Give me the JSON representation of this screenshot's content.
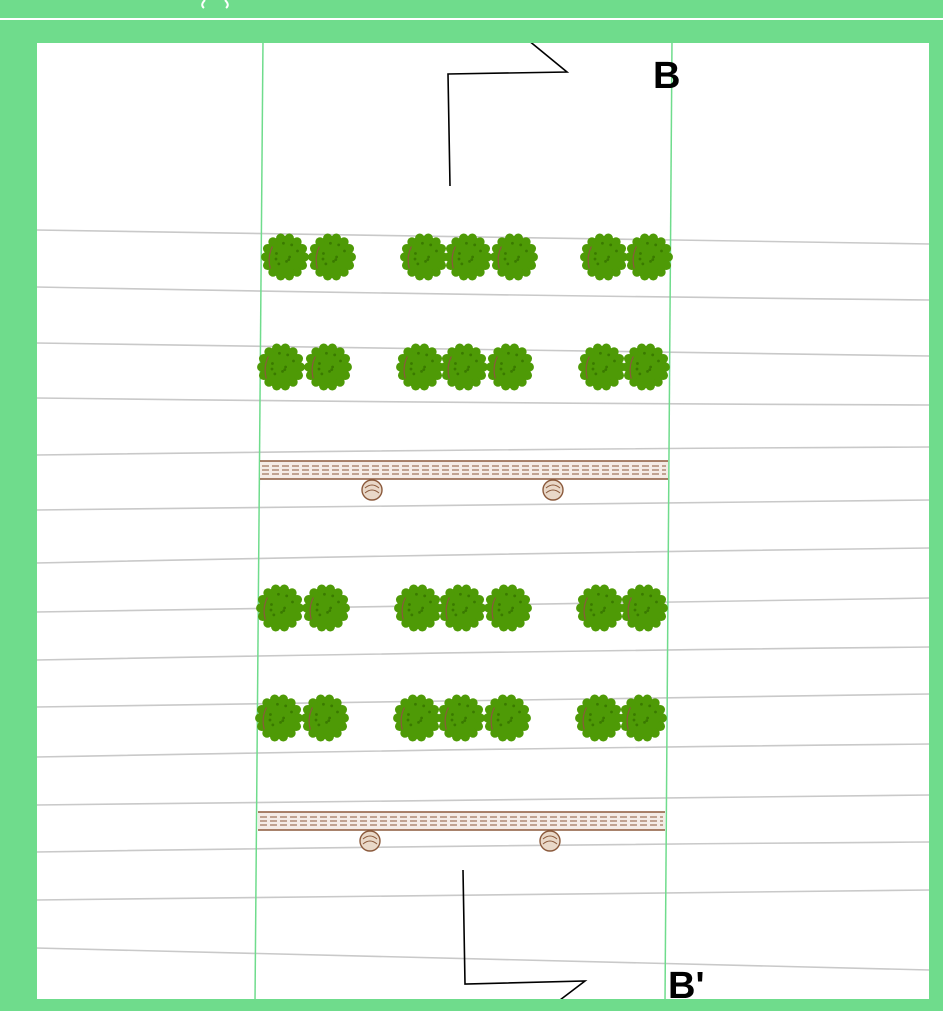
{
  "diagram": {
    "colors": {
      "frame": "#6fdc8c",
      "paper": "#ffffff",
      "ground_lines": "#c9c9c9",
      "plot_bounds": "#6fdc8c",
      "shrub_fill": "#4e9a06",
      "shrub_dark": "#3a7a00",
      "bench_wood": "#8b5a3c",
      "cut_line": "#000000"
    },
    "section_markers": {
      "start_label": "B",
      "end_label": "B'"
    },
    "planting": {
      "shrub_rows": 4,
      "shrubs_per_row": 7,
      "group_sizes": [
        2,
        3,
        2
      ]
    },
    "benches": {
      "count": 2,
      "stools_per_bench": 2
    }
  }
}
